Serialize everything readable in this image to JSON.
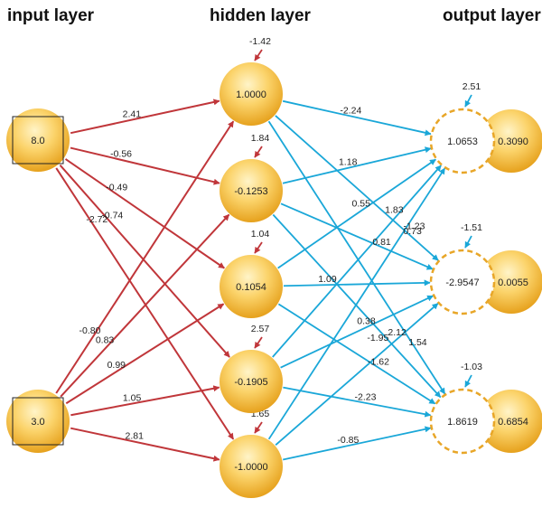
{
  "titles": {
    "input": "input layer",
    "hidden": "hidden layer",
    "output": "output layer"
  },
  "colors": {
    "input_weights": "#c0363a",
    "output_weights": "#1aa7d8",
    "node_fill_light": "#fdeaa8",
    "node_fill_dark": "#e9a21c",
    "dashed_ring": "#e8a628"
  },
  "input_nodes": [
    "8.0",
    "3.0"
  ],
  "hidden_nodes": [
    "1.0000",
    "-0.1253",
    "0.1054",
    "-0.1905",
    "-1.0000"
  ],
  "hidden_biases": [
    "-1.42",
    "1.84",
    "1.04",
    "2.57",
    "1.65"
  ],
  "output_sums": [
    "1.0653",
    "-2.9547",
    "1.8619"
  ],
  "output_values": [
    "0.3090",
    "0.0055",
    "0.6854"
  ],
  "output_biases": [
    "2.51",
    "-1.51",
    "-1.03"
  ],
  "input_to_hidden_weights": [
    [
      "2.41",
      "-0.56",
      "-0.49",
      "-0.74",
      "-2.72"
    ],
    [
      "-0.80",
      "0.83",
      "0.99",
      "1.05",
      "2.81"
    ]
  ],
  "hidden_to_output_weights": [
    [
      "-2.24",
      "0.73",
      "1.54"
    ],
    [
      "1.18",
      "0.81",
      "-1.95"
    ],
    [
      "0.55",
      "1.09",
      "-1.62"
    ],
    [
      "1.83",
      "0.38",
      "-2.23"
    ],
    [
      "-1.23",
      "2.12",
      "-0.85"
    ]
  ]
}
